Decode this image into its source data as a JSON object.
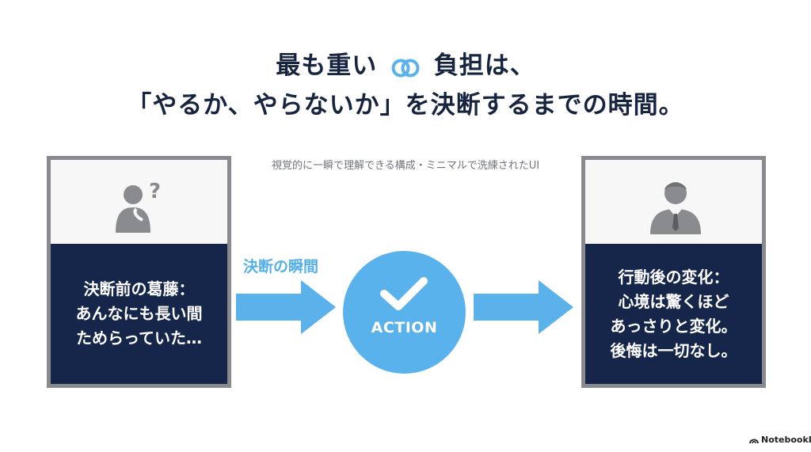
{
  "title": {
    "line1_before": "最も重い",
    "line1_after": "負担は、",
    "line2": "「やるか、やらないか」を決断するまでの時間。"
  },
  "subtitle": "視覚的に一瞬で理解できる構成・ミニマルで洗練されたUI",
  "left_card": {
    "icon": "thinking-person-icon",
    "text": "決断前の葛藤：\nあんなにも長い間\nためらっていた…"
  },
  "moment_label": "決断の瞬間",
  "action": {
    "label": "ACTION",
    "icon": "checkmark-icon"
  },
  "right_card": {
    "icon": "businessman-icon",
    "text": "行動後の変化：\n心境は驚くほど\nあっさりと変化。\n後悔は一切なし。"
  },
  "brand": {
    "label": "NotebookLM"
  },
  "colors": {
    "navy": "#16264a",
    "accent_blue": "#5ab2ec",
    "arrow_blue": "#5bb1e9",
    "frame_gray": "#888a8e",
    "icon_gray": "#8a8b8f"
  }
}
